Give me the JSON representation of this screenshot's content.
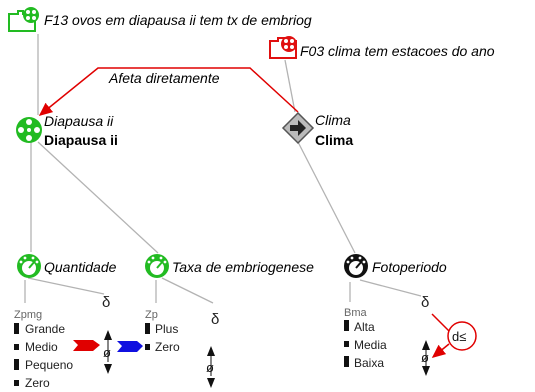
{
  "fragments": [
    {
      "id": "f13",
      "label": "F13 ovos em diapausa ii tem tx de embriog",
      "color": "#22bb22"
    },
    {
      "id": "f03",
      "label": "F03 clima tem estacoes do ano",
      "color": "#e01010"
    }
  ],
  "relation": {
    "label": "Afeta diretamente",
    "color": "#e00000"
  },
  "entities": [
    {
      "id": "diapausa",
      "name": "Diapausa ii",
      "type": "Diapausa ii",
      "icon": "entity-green-icon"
    },
    {
      "id": "clima",
      "name": "Clima",
      "type": "Clima",
      "icon": "agent-diamond-icon"
    }
  ],
  "quantities": [
    {
      "id": "quantidade",
      "label": "Quantidade",
      "qspace_name": "Zpmg",
      "values": [
        "Grande",
        "Medio",
        "Pequeno",
        "Zero"
      ],
      "derivative_symbol": "δ",
      "derivative_value": "ø"
    },
    {
      "id": "taxa",
      "label": "Taxa de embriogenese",
      "qspace_name": "Zp",
      "values": [
        "Plus",
        "Zero"
      ],
      "derivative_symbol": "δ",
      "derivative_value": "ø"
    },
    {
      "id": "fotoperiodo",
      "label": "Fotoperiodo",
      "qspace_name": "Bma",
      "values": [
        "Alta",
        "Media",
        "Baixa"
      ],
      "derivative_symbol": "δ",
      "derivative_value": "ø"
    }
  ],
  "correspondence": {
    "label": "d≤",
    "color": "#e00000"
  },
  "colors": {
    "green": "#22bb22",
    "red": "#e00000",
    "blue": "#1010e0",
    "gray": "#b3b3b3"
  }
}
